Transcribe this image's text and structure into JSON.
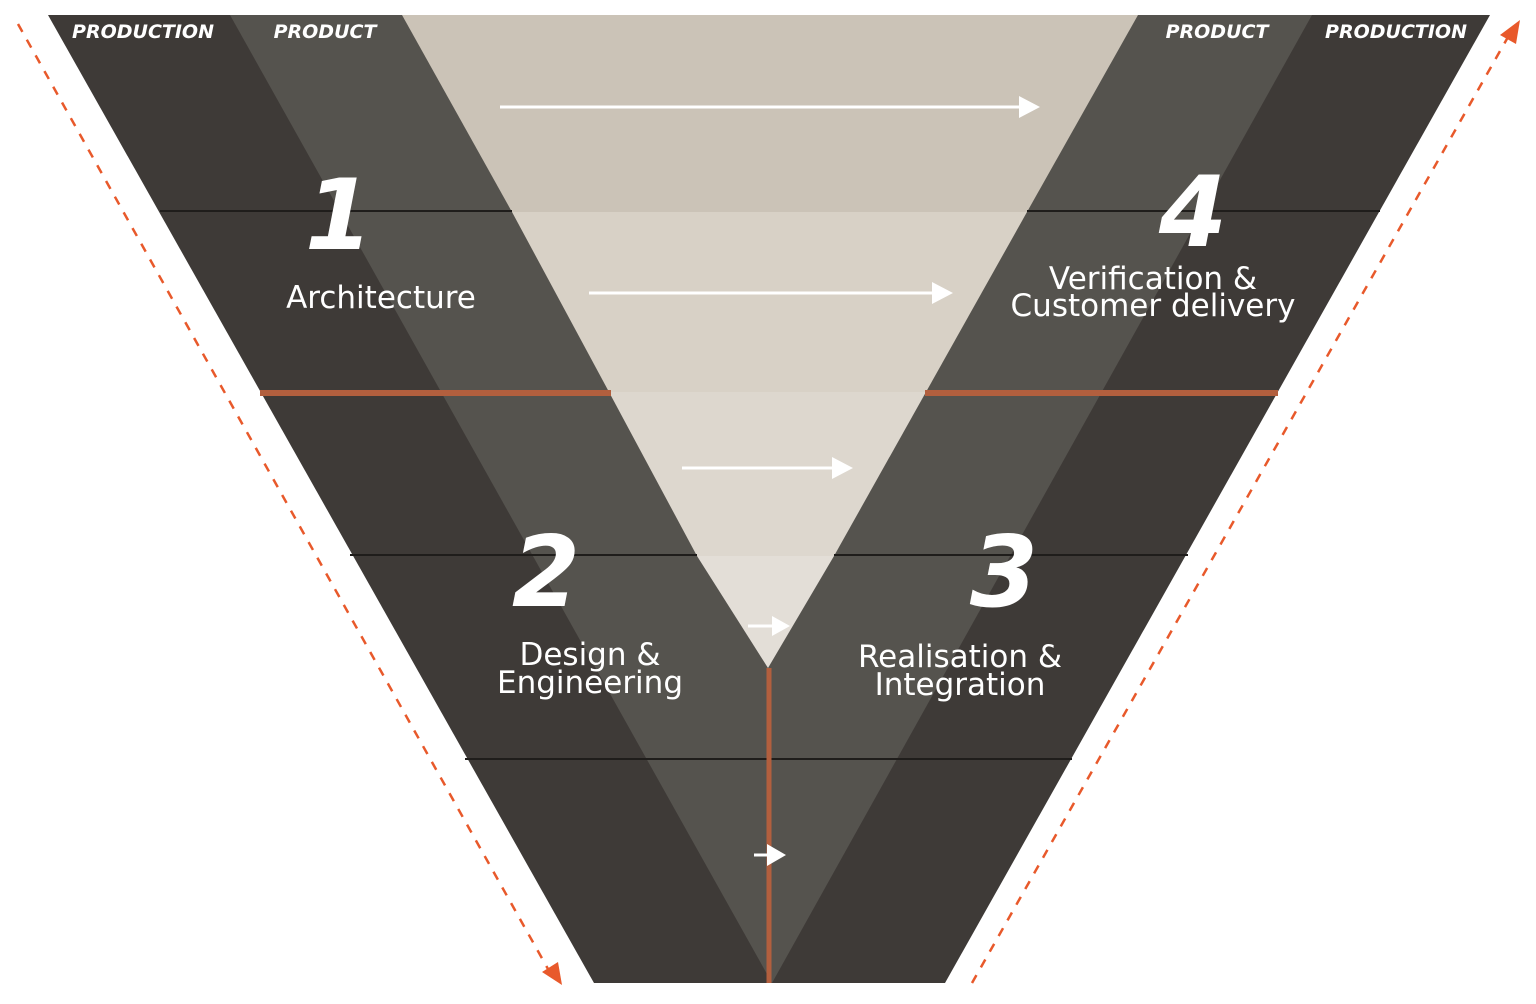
{
  "columns": {
    "left_outer": "PRODUCTION",
    "left_inner": "PRODUCT",
    "right_inner": "PRODUCT",
    "right_outer": "PRODUCTION"
  },
  "phases": [
    {
      "number": "1",
      "lines": [
        "Architecture"
      ]
    },
    {
      "number": "2",
      "lines": [
        "Design &",
        "Engineering"
      ]
    },
    {
      "number": "3",
      "lines": [
        "Realisation &",
        "Integration"
      ]
    },
    {
      "number": "4",
      "lines": [
        "Verification &",
        "Customer delivery"
      ]
    }
  ],
  "colors": {
    "outer_band": "#3e3a37",
    "inner_band": "#55534e",
    "center_level1": "#cbc3b7",
    "center_level2": "#d8d1c6",
    "center_level3": "#ddd7ce",
    "center_level4": "#e3ded7",
    "accent": "#e8592b",
    "divider": "#b25f3e",
    "arrow": "#ffffff"
  }
}
